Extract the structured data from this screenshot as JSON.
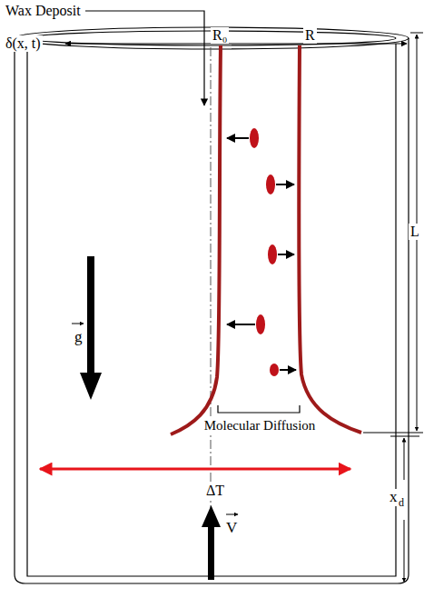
{
  "diagram": {
    "labels": [
      "Wax Deposit",
      "δ(x, t)",
      "R₀",
      "R",
      "L",
      "g",
      "Molecular Diffusion",
      "ΔT",
      "x",
      "d",
      "V"
    ]
  }
}
